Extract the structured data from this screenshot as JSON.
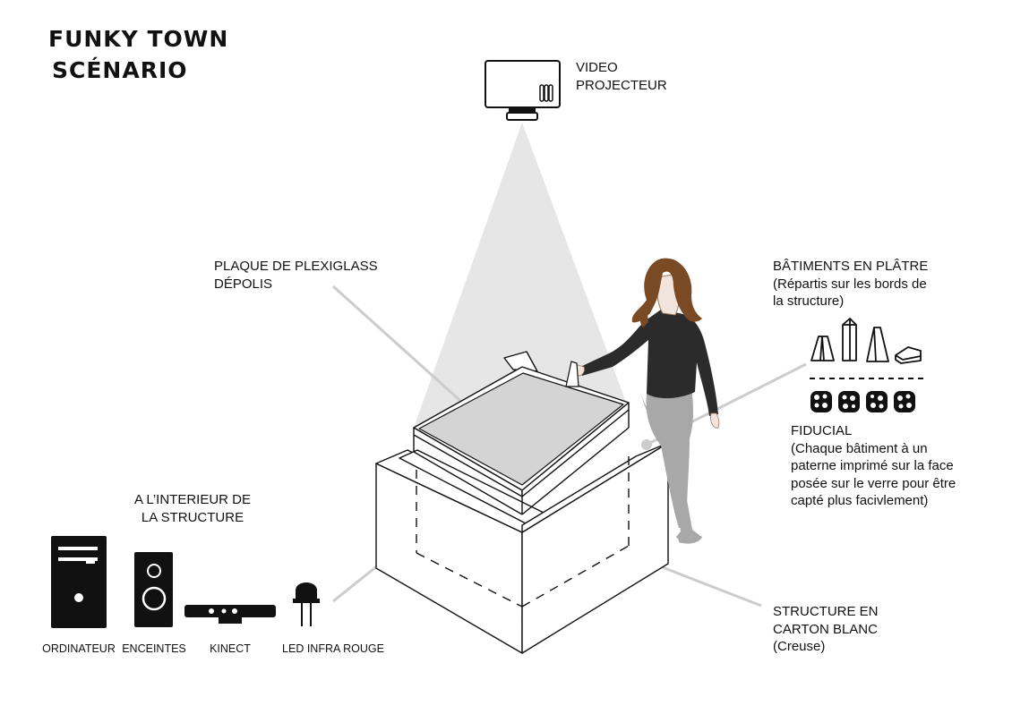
{
  "title": {
    "line1": "FUNKY TOWN",
    "line2": "SCÉNARIO"
  },
  "labels": {
    "projector": {
      "line1": "VIDEO",
      "line2": "PROJECTEUR"
    },
    "plexiglass": {
      "line1": "PLAQUE DE PLEXIGLASS",
      "line2": "DÉPOLIS"
    },
    "buildings": {
      "line1": "BÂTIMENTS EN PLÂTRE",
      "line2": "(Répartis sur les bords de",
      "line3": "la structure)"
    },
    "fiducial": {
      "line1": "FIDUCIAL",
      "line2": "(Chaque bâtiment à un",
      "line3": "paterne imprimé sur la face",
      "line4": "posée sur le verre pour être",
      "line5": "capté plus facivlement)"
    },
    "interior": {
      "line1": "A L’INTERIEUR DE",
      "line2": "LA STRUCTURE"
    },
    "structure": {
      "line1": "STRUCTURE EN",
      "line2": "CARTON BLANC",
      "line3": "(Creuse)"
    }
  },
  "devices": {
    "computer": "ORDINATEUR",
    "speakers": "ENCEINTES",
    "kinect": "KINECT",
    "led": "LED INFRA ROUGE"
  },
  "icons": [
    "projector-icon",
    "computer-icon",
    "speaker-icon",
    "kinect-icon",
    "led-icon",
    "building-icon",
    "fiducial-marker-icon",
    "person-illustration"
  ],
  "colors": {
    "ink": "#111111",
    "beam": "#e6e6e6",
    "callout_line": "#cccccc",
    "glass": "#d4d4d4",
    "hair": "#7a4a25",
    "shirt": "#2b2b2b",
    "pants": "#a8a8a8"
  }
}
